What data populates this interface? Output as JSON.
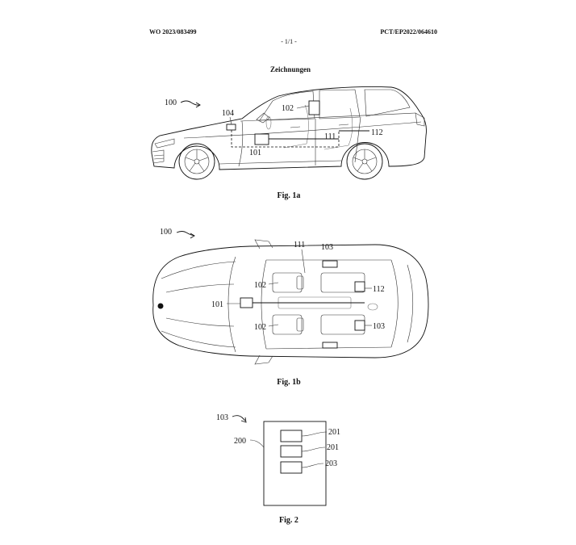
{
  "header": {
    "left": "WO 2023/083499",
    "right": "PCT/EP2022/064610",
    "page": "- 1/1 -"
  },
  "section_title": "Zeichnungen",
  "fig1a": {
    "caption": "Fig. 1a",
    "ref_vehicle": "100",
    "ref_sensor": "104",
    "ref_seat": "102",
    "ref_line_111": "111",
    "ref_line_112": "112",
    "ref_unit": "101"
  },
  "fig1b": {
    "caption": "Fig. 1b",
    "ref_vehicle": "100",
    "ref_line_111": "111",
    "ref_device_top": "103",
    "ref_seat_upper": "102",
    "ref_line_112": "112",
    "ref_unit": "101",
    "ref_seat_lower": "102",
    "ref_device_right": "103"
  },
  "fig2": {
    "caption": "Fig. 2",
    "ref_device": "103",
    "ref_housing": "200",
    "ref_component_1": "201",
    "ref_component_2": "201",
    "ref_component_3": "203"
  }
}
